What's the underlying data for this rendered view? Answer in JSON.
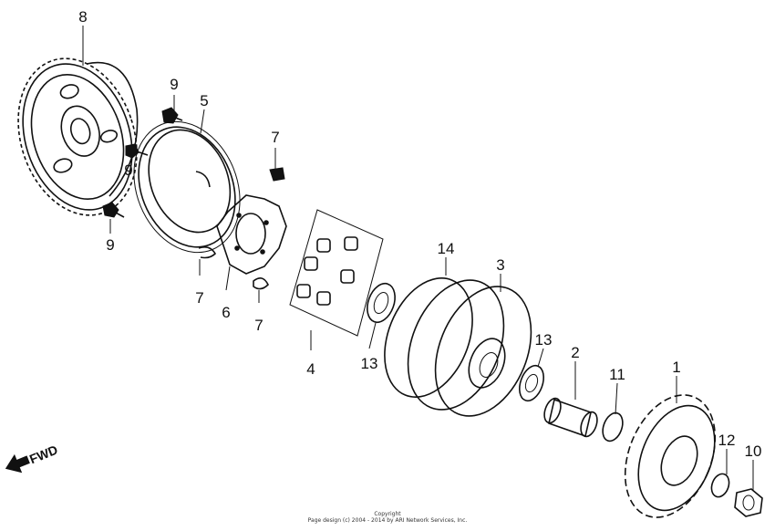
{
  "callouts": [
    {
      "id": "8",
      "label": "8"
    },
    {
      "id": "9a",
      "label": "9"
    },
    {
      "id": "5",
      "label": "5"
    },
    {
      "id": "9b",
      "label": "9"
    },
    {
      "id": "9c",
      "label": "9"
    },
    {
      "id": "7a",
      "label": "7"
    },
    {
      "id": "7b",
      "label": "7"
    },
    {
      "id": "6",
      "label": "6"
    },
    {
      "id": "7c",
      "label": "7"
    },
    {
      "id": "4",
      "label": "4"
    },
    {
      "id": "14",
      "label": "14"
    },
    {
      "id": "3",
      "label": "3"
    },
    {
      "id": "13a",
      "label": "13"
    },
    {
      "id": "13b",
      "label": "13"
    },
    {
      "id": "2",
      "label": "2"
    },
    {
      "id": "11",
      "label": "11"
    },
    {
      "id": "1",
      "label": "1"
    },
    {
      "id": "12",
      "label": "12"
    },
    {
      "id": "10",
      "label": "10"
    }
  ],
  "direction_label": "FWD",
  "footer": {
    "line1": "Copyright",
    "line2": "Page design (c) 2004 - 2014 by ARI Network Services, Inc."
  }
}
